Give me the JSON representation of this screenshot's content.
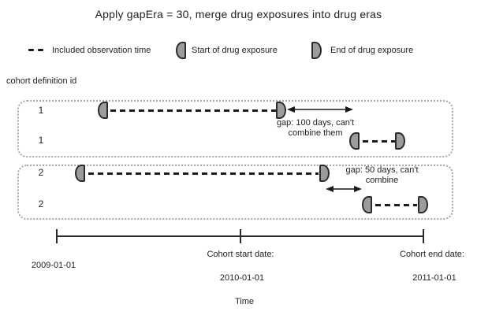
{
  "title": "Apply gapEra = 30, merge drug exposures into drug eras",
  "legend": {
    "included_observation_time": "Included observation time",
    "start_of_drug_exposure": "Start of drug exposure",
    "end_of_drug_exposure": "End of drug exposure"
  },
  "y_axis_label": "cohort definition id",
  "rows": {
    "row1": "1",
    "row2": "1",
    "row3": "2",
    "row4": "2"
  },
  "annotations": {
    "gap100_line1": "gap: 100 days, can't",
    "gap100_line2": "combine them",
    "gap50_line1": "gap: 50 days, can't",
    "gap50_line2": "combine"
  },
  "x_axis": {
    "tick_2009": "2009-01-01",
    "cohort_start_label": "Cohort start date:",
    "tick_2010": "2010-01-01",
    "cohort_end_label": "Cohort end date:",
    "tick_2011": "2011-01-01",
    "title": "Time"
  },
  "colors": {
    "pill_fill": "#9c9c9c",
    "pill_border": "#2b2b2b",
    "dash_line": "#1a1a1a",
    "box_border": "#a6a6a6",
    "axis": "#2b2b2b",
    "text": "#1f1f1f"
  }
}
